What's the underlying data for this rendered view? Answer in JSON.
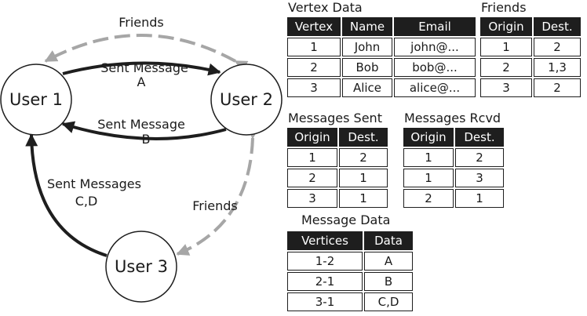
{
  "graph": {
    "nodes": [
      {
        "id": "u1",
        "label": "User 1"
      },
      {
        "id": "u2",
        "label": "User 2"
      },
      {
        "id": "u3",
        "label": "User 3"
      }
    ],
    "edge_labels": {
      "friends_top": "Friends",
      "sent_a_line1": "Sent Message",
      "sent_a_line2": "A",
      "sent_b_line1": "Sent Message",
      "sent_b_line2": "B",
      "sent_cd_line1": "Sent Messages",
      "sent_cd_line2": "C,D",
      "friends_right": "Friends"
    },
    "colors": {
      "message_edge": "#1e1e1e",
      "friends_edge": "#a6a6a6"
    }
  },
  "tables": {
    "vertex": {
      "title": "Vertex Data",
      "headers": [
        "Vertex",
        "Name",
        "Email"
      ],
      "rows": [
        [
          "1",
          "John",
          "john@..."
        ],
        [
          "2",
          "Bob",
          "bob@..."
        ],
        [
          "3",
          "Alice",
          "alice@..."
        ]
      ]
    },
    "friends": {
      "title": "Friends",
      "headers": [
        "Origin",
        "Dest."
      ],
      "rows": [
        [
          "1",
          "2"
        ],
        [
          "2",
          "1,3"
        ],
        [
          "3",
          "2"
        ]
      ]
    },
    "sent": {
      "title": "Messages Sent",
      "headers": [
        "Origin",
        "Dest."
      ],
      "rows": [
        [
          "1",
          "2"
        ],
        [
          "2",
          "1"
        ],
        [
          "3",
          "1"
        ]
      ]
    },
    "rcvd": {
      "title": "Messages Rcvd",
      "headers": [
        "Origin",
        "Dest."
      ],
      "rows": [
        [
          "1",
          "2"
        ],
        [
          "1",
          "3"
        ],
        [
          "2",
          "1"
        ]
      ]
    },
    "message": {
      "title": "Message Data",
      "headers": [
        "Vertices",
        "Data"
      ],
      "rows": [
        [
          "1-2",
          "A"
        ],
        [
          "2-1",
          "B"
        ],
        [
          "3-1",
          "C,D"
        ]
      ]
    }
  }
}
